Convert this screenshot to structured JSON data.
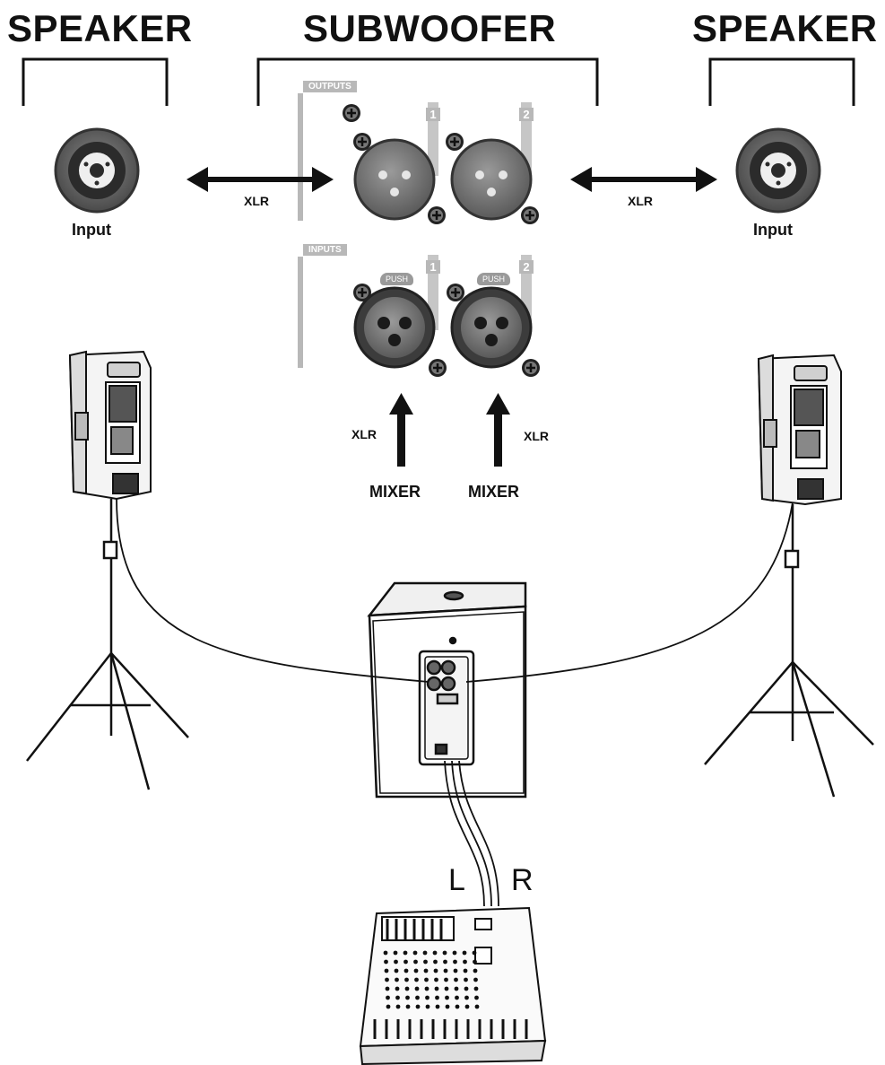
{
  "diagram": {
    "labels": {
      "speaker_left": "SPEAKER",
      "subwoofer": "SUBWOOFER",
      "speaker_right": "SPEAKER",
      "outputs": "OUTPUTS",
      "inputs": "INPUTS",
      "output_1": "1",
      "output_2": "2",
      "input_1": "1",
      "input_2": "2",
      "push_1": "PUSH",
      "push_2": "PUSH",
      "xlr_left": "XLR",
      "xlr_right": "XLR",
      "xlr_in_1": "XLR",
      "xlr_in_2": "XLR",
      "input_left": "Input",
      "input_right": "Input",
      "mixer_1": "MIXER",
      "mixer_2": "MIXER",
      "channel_l": "L",
      "channel_r": "R"
    },
    "colors": {
      "ink": "#111111",
      "panel_gray": "#b8b8b8",
      "connector_gray": "#6e6e6e",
      "connector_light": "#d9d9d9"
    }
  }
}
